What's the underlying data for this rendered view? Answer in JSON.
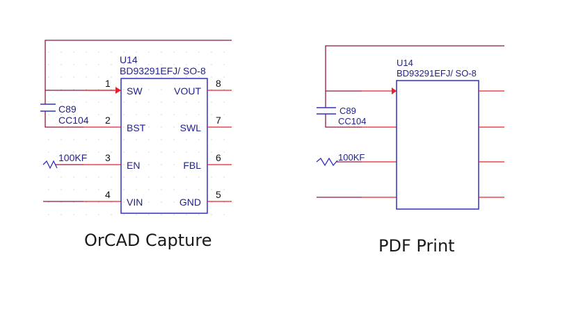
{
  "colors": {
    "wire": "#8b1a3a",
    "pin": "#e8202a",
    "body": "#3030c0",
    "text": "#1f1f8a",
    "grid": "#b8b8b8"
  },
  "left": {
    "caption": "OrCAD Capture",
    "ref": "U14",
    "part": "BD93291EFJ/ SO-8",
    "cap_ref": "C89",
    "cap_value": "CC104",
    "resistor_label": "100KF",
    "pins": [
      {
        "num": "1",
        "name": "SW"
      },
      {
        "num": "2",
        "name": "BST"
      },
      {
        "num": "3",
        "name": "EN"
      },
      {
        "num": "4",
        "name": "VIN"
      },
      {
        "num": "8",
        "name": "VOUT"
      },
      {
        "num": "7",
        "name": "SWL"
      },
      {
        "num": "6",
        "name": "FBL"
      },
      {
        "num": "5",
        "name": "GND"
      }
    ]
  },
  "right": {
    "caption": "PDF Print",
    "ref": "U14",
    "part": "BD93291EFJ/ SO-8",
    "cap_ref": "C89",
    "cap_value": "CC104",
    "resistor_label": "100KF"
  }
}
